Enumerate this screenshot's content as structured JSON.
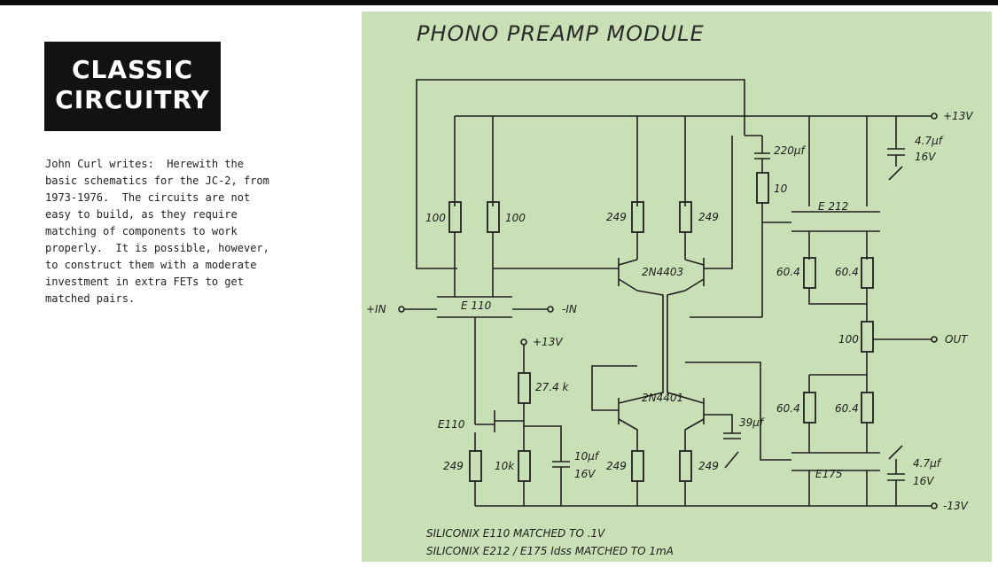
{
  "logo": {
    "line1": "CLASSIC",
    "line2": "CIRCUITRY"
  },
  "note": {
    "lines": [
      "John Curl writes:  Herewith the",
      "basic schematics for the JC-2, from",
      "1973-1976.  The circuits are not",
      "easy to build, as they require",
      "matching of components to work",
      "properly.  It is possible, however,",
      "to construct them with a moderate",
      "investment in extra FETs to get",
      "matched pairs."
    ]
  },
  "schematic": {
    "title": "PHONO PREAMP MODULE",
    "rails": {
      "positive": "+13V",
      "negative": "-13V"
    },
    "inputs": {
      "plus": "+IN",
      "minus": "-IN"
    },
    "output": "OUT",
    "labels": {
      "r_in_left": "100",
      "r_in_right": "100",
      "r_249_a": "249",
      "r_249_b": "249",
      "cap_220": "220µf",
      "r_10": "10",
      "cap_47_top": "4.7µf",
      "cap_47_top_v": "16V",
      "e212": "E 212",
      "r_604_a": "60.4",
      "r_604_b": "60.4",
      "q_2n4403": "2N4403",
      "jfet_e110_in": "E 110",
      "pot_100": "100",
      "bias_v": "+13V",
      "r_274k": "27.4 k",
      "jfet_e110_bias": "E110",
      "q_2n4401": "2N4401",
      "cap_39": "39µf",
      "r_604_c": "60.4",
      "r_604_d": "60.4",
      "r_249_c": "249",
      "r_10k": "10k",
      "cap_10": "10µf",
      "cap_10_v": "16V",
      "r_249_d": "249",
      "r_249_e": "249",
      "cap_47_bot": "4.7µf",
      "cap_47_bot_v": "16V",
      "e175": "E175"
    },
    "footnotes": [
      "SILICONIX E110  MATCHED TO .1V",
      "SILICONIX E212 / E175  Idss MATCHED TO 1mA"
    ]
  }
}
